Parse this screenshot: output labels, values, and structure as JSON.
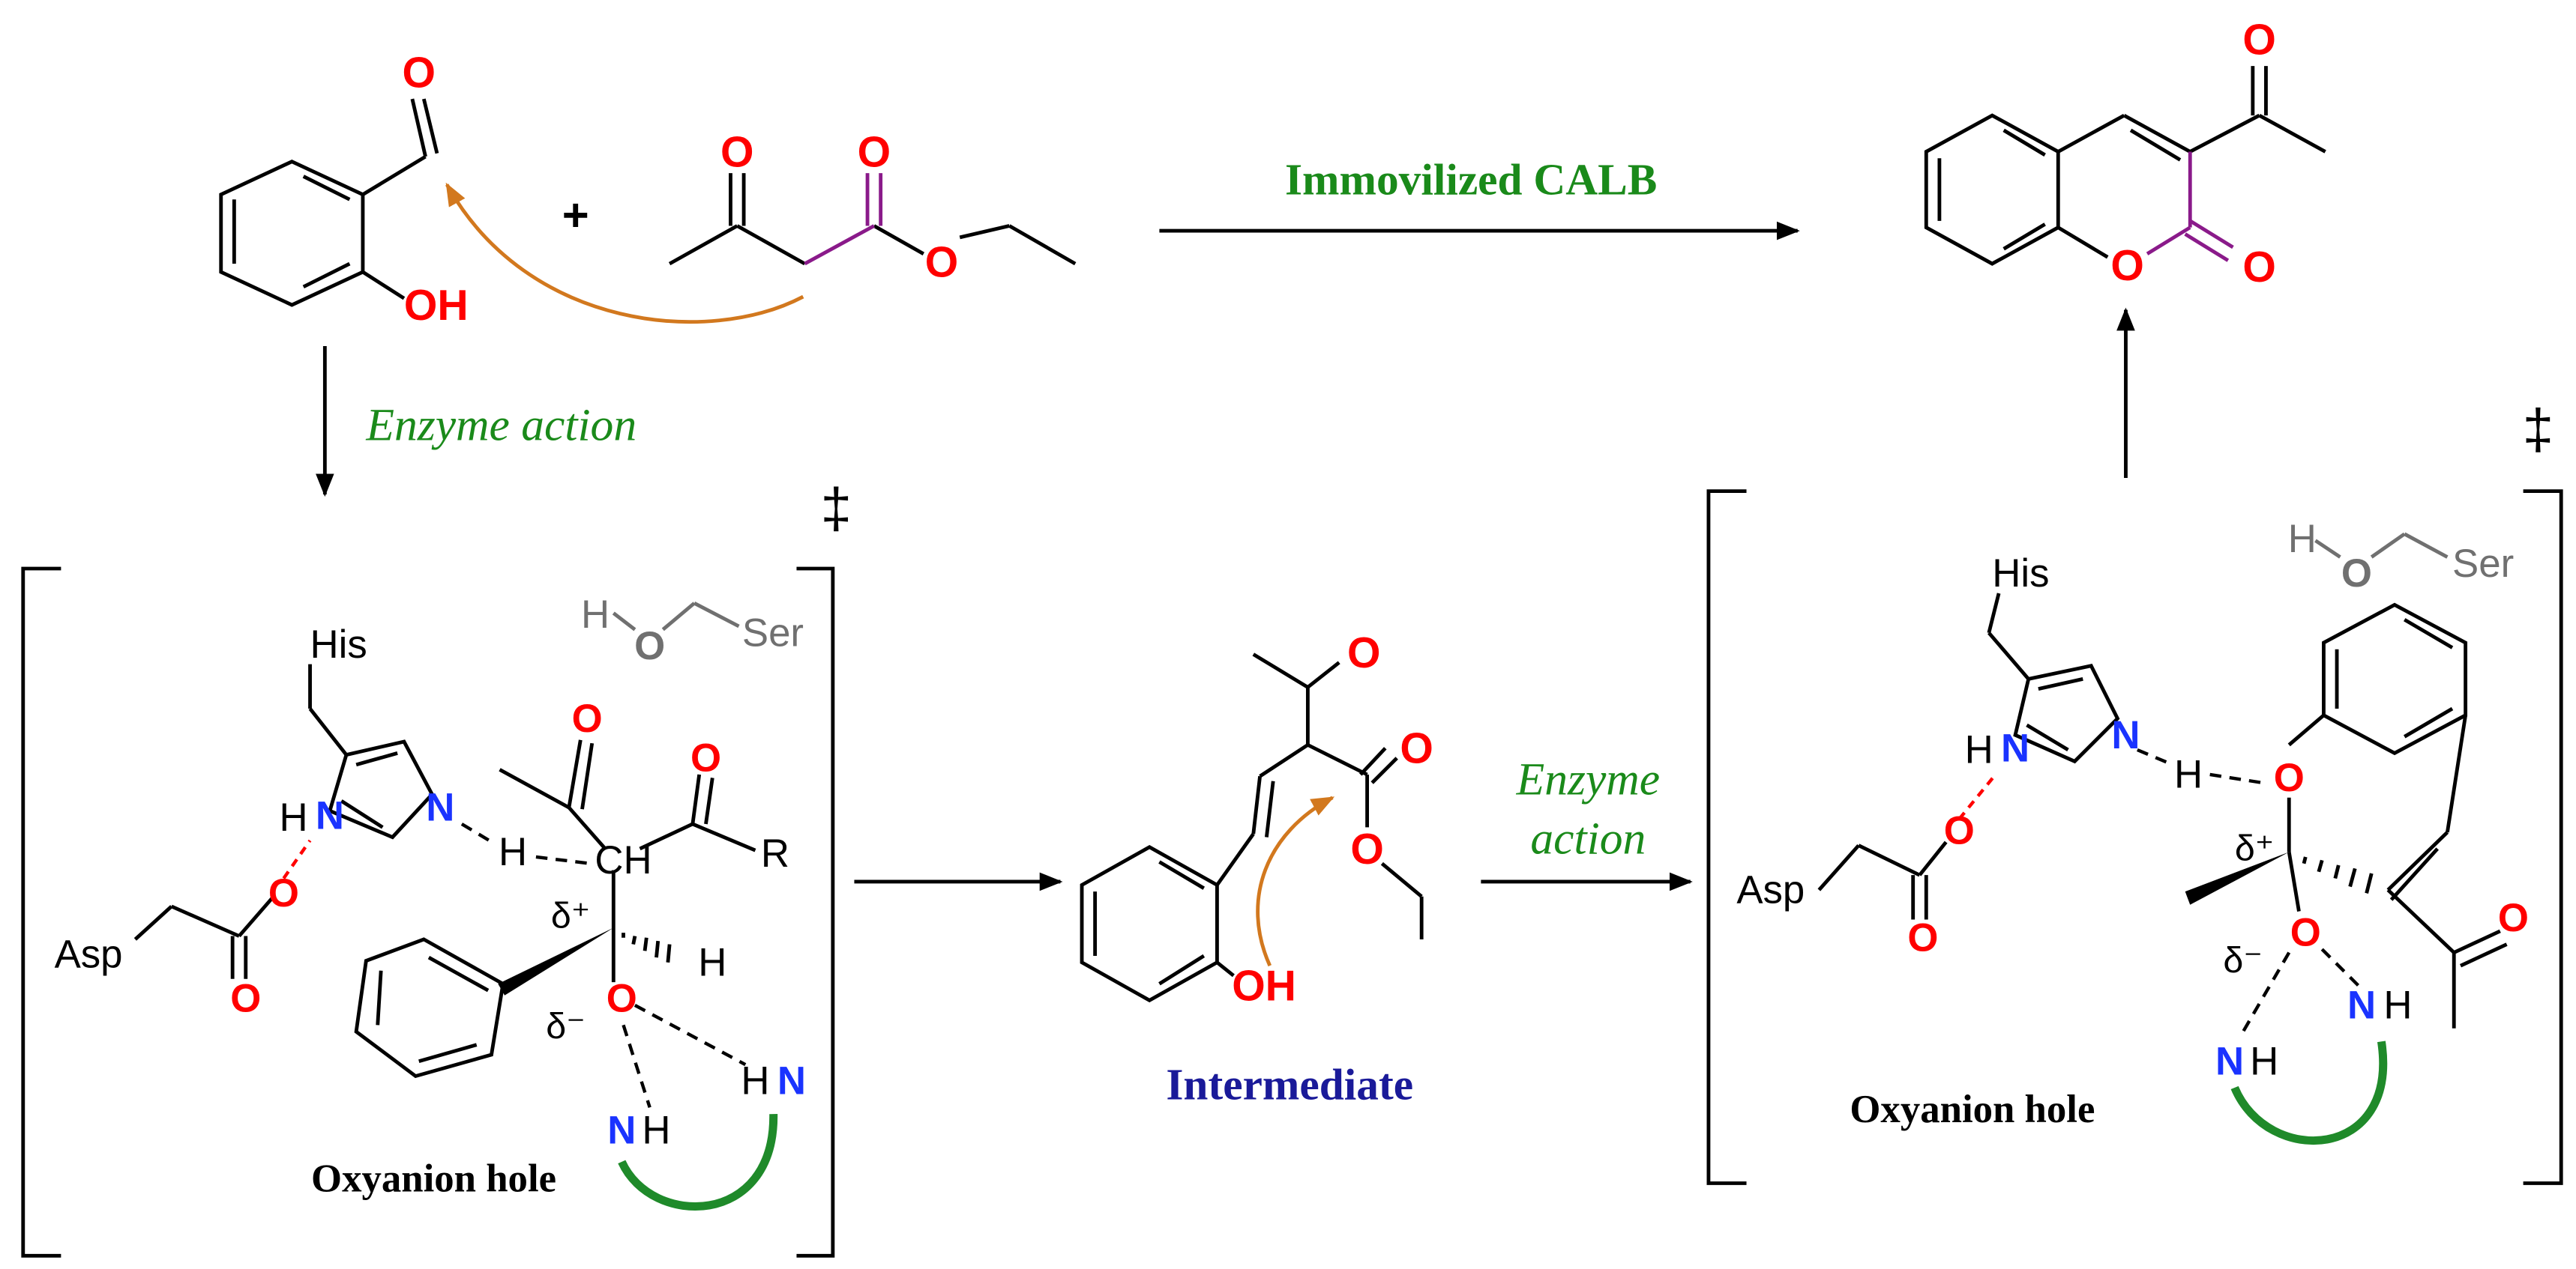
{
  "labels": {
    "immobilized_reagent": "Immovilized CALB",
    "enzyme_action_1": "Enzyme action",
    "enzyme_action_2_line1": "Enzyme",
    "enzyme_action_2_line2": "action",
    "intermediate": "Intermediate",
    "oxyanion_hole": "Oxyanion hole",
    "plus": "+",
    "double_dagger": "‡"
  },
  "atoms": {
    "oxygen": "O",
    "hydroxyl": "OH",
    "nitrogen": "N",
    "hydrogen": "H",
    "amine": "NH",
    "amine_rev": "HN",
    "ch": "CH",
    "r_group": "R",
    "his": "His",
    "ser": "Ser",
    "asp": "Asp",
    "delta_plus": "δ⁺",
    "delta_minus": "δ⁻"
  },
  "colors": {
    "ink": "#000000",
    "oxygen": "#ff0000",
    "nitrogen": "#1a33ff",
    "label_green": "#1a8a1a",
    "label_navy": "#1a1a99",
    "arrow_orange": "#d2781e",
    "bond_purple": "#8a1a8a",
    "serine_grey": "#707070",
    "loop_green": "#1f8a2a"
  }
}
